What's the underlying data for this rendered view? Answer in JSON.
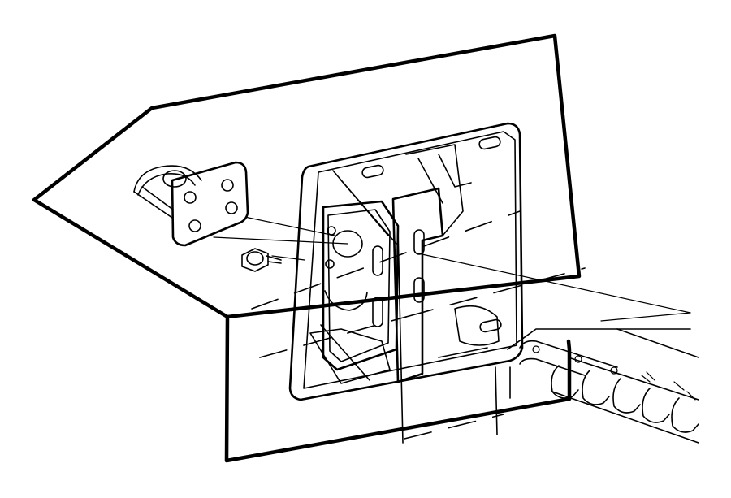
{
  "illustration": {
    "line_color": "#000000",
    "background_color": "#ffffff",
    "components": [
      "cutaway-panel",
      "mounting-bracket",
      "hinge-bracket",
      "bolt",
      "frame-rail",
      "exhaust-pipe"
    ]
  }
}
